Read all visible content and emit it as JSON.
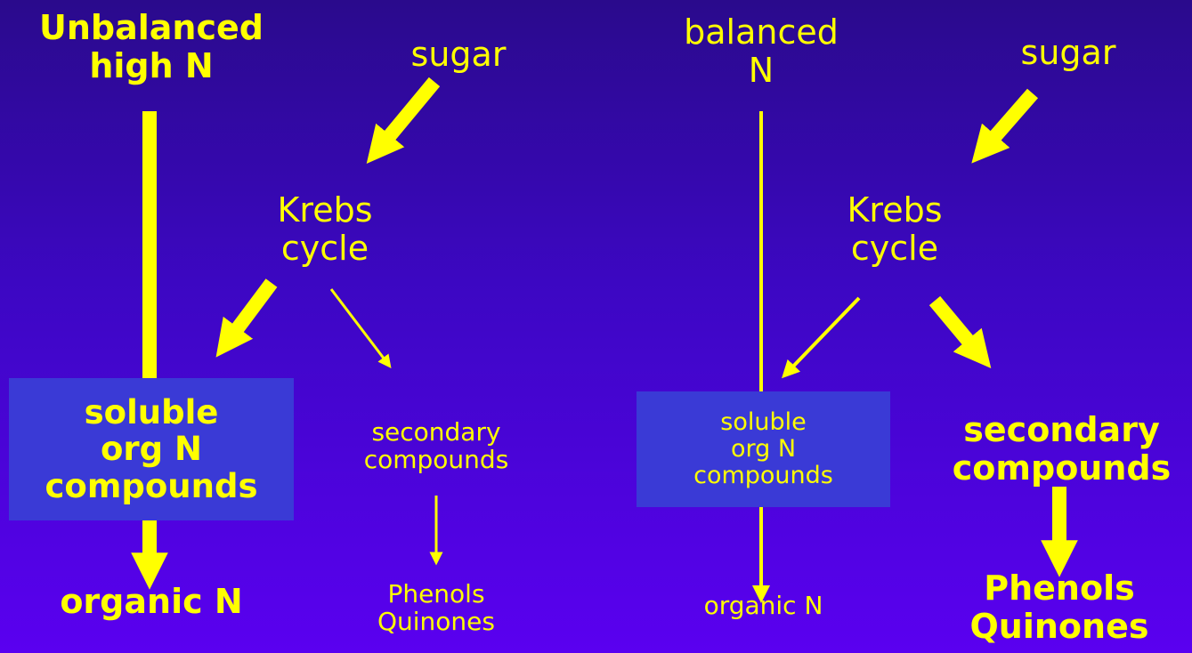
{
  "left": {
    "source": "Unbalanced\nhigh N",
    "sugar": "sugar",
    "krebs": "Krebs\ncycle",
    "soluble": "soluble\norg N\ncompounds",
    "secondary": "secondary\ncompounds",
    "organic": "organic N",
    "phenols": "Phenols\nQuinones"
  },
  "right": {
    "source": "balanced\nN",
    "sugar": "sugar",
    "krebs": "Krebs\ncycle",
    "soluble": "soluble\norg N\ncompounds",
    "secondary": "secondary\ncompounds",
    "organic": "organic N",
    "phenols": "Phenols\nQuinones"
  },
  "colors": {
    "text": "#ffff00",
    "arrow": "#ffff00",
    "box": "#3a3ad6"
  }
}
